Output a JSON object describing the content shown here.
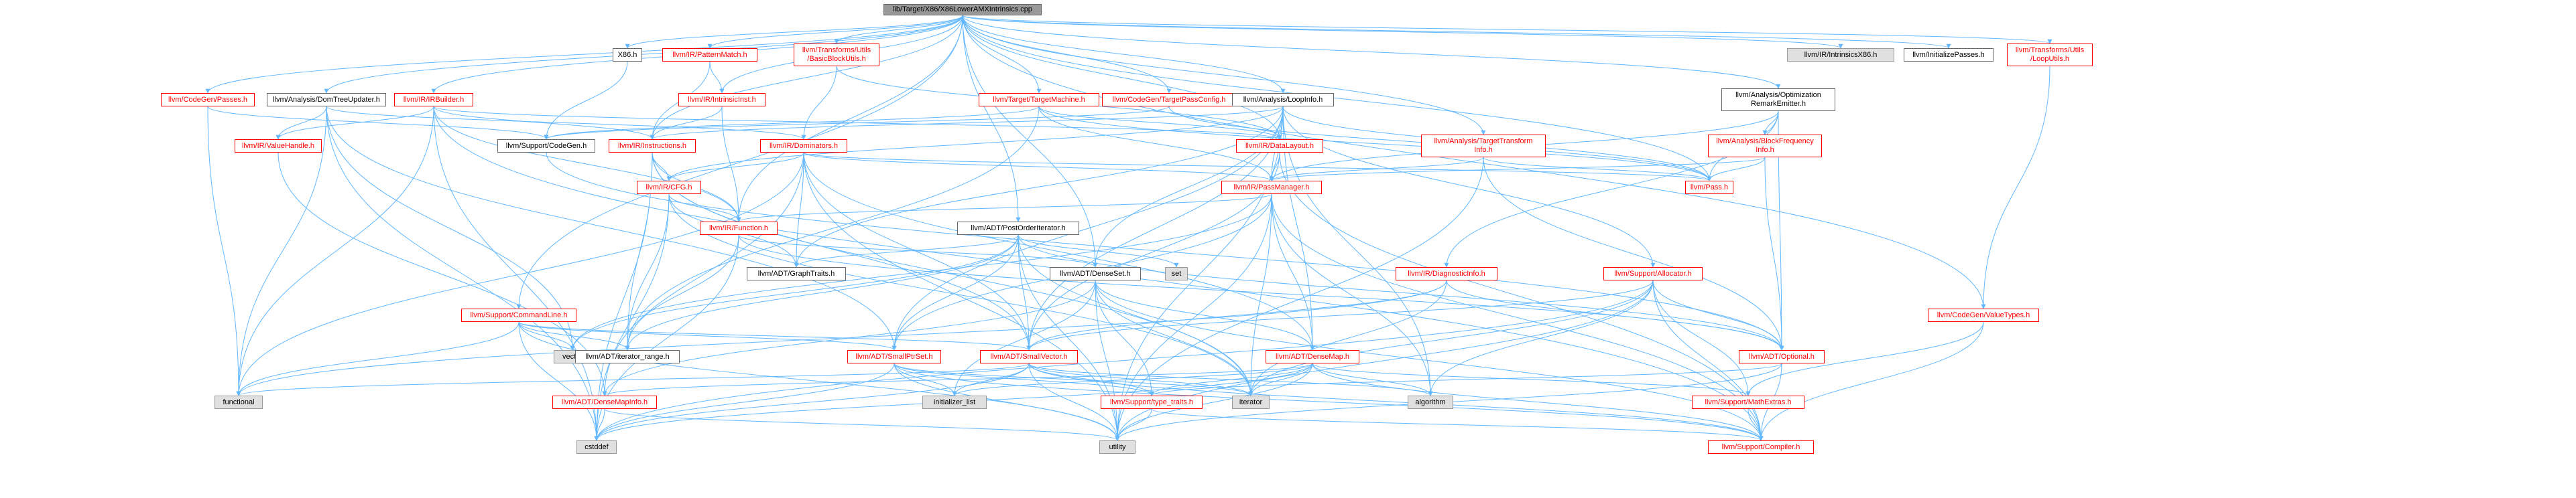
{
  "root": "lib/Target/X86/X86LowerAMXIntrinsics.cpp",
  "colors": {
    "edge": "#63b8ff",
    "red_text": "#ff0000",
    "grey_fill": "#e0e0e0",
    "root_fill": "#999999"
  },
  "nodes": {
    "root": "lib/Target/X86/X86LowerAMXIntrinsics.cpp",
    "x86h": "X86.h",
    "patternmatch": "llvm/IR/PatternMatch.h",
    "basicblockutils": "llvm/Transforms/Utils\n/BasicBlockUtils.h",
    "codegenpasses": "llvm/CodeGen/Passes.h",
    "domtreeupdater": "llvm/Analysis/DomTreeUpdater.h",
    "irbuilder": "llvm/IR/IRBuilder.h",
    "intrinsicinst": "llvm/IR/IntrinsicInst.h",
    "targetmachine": "llvm/Target/TargetMachine.h",
    "targetpassconfig": "llvm/CodeGen/TargetPassConfig.h",
    "loopinfo": "llvm/Analysis/LoopInfo.h",
    "optremark": "llvm/Analysis/Optimization\nRemarkEmitter.h",
    "intrinsicsx86": "llvm/IR/IntrinsicsX86.h",
    "initpasses": "llvm/InitializePasses.h",
    "looputils": "llvm/Transforms/Utils\n/LoopUtils.h",
    "valuehandle": "llvm/IR/ValueHandle.h",
    "supportcodegen": "llvm/Support/CodeGen.h",
    "instructions": "llvm/IR/Instructions.h",
    "dominators": "llvm/IR/Dominators.h",
    "datalayout": "llvm/IR/DataLayout.h",
    "targettransforminfo": "llvm/Analysis/TargetTransform\nInfo.h",
    "blockfrequencyinfo": "llvm/Analysis/BlockFrequency\nInfo.h",
    "cfg": "llvm/IR/CFG.h",
    "passmanager": "llvm/IR/PassManager.h",
    "pass": "llvm/Pass.h",
    "function": "llvm/IR/Function.h",
    "postorderiterator": "llvm/ADT/PostOrderIterator.h",
    "set": "set",
    "graphtraits": "llvm/ADT/GraphTraits.h",
    "densesetn": "llvm/ADT/DenseSet.h",
    "diagnosticinfo": "llvm/IR/DiagnosticInfo.h",
    "allocator": "llvm/Support/Allocator.h",
    "codegenvaluetypes": "llvm/CodeGen/ValueTypes.h",
    "commandline": "llvm/Support/CommandLine.h",
    "vector": "vector",
    "iteratorrange": "llvm/ADT/iterator_range.h",
    "smallptrset": "llvm/ADT/SmallPtrSet.h",
    "smallvector": "llvm/ADT/SmallVector.h",
    "densemap": "llvm/ADT/DenseMap.h",
    "optional": "llvm/ADT/Optional.h",
    "functional": "functional",
    "densemapinfo": "llvm/ADT/DenseMapInfo.h",
    "initializerlist": "initializer_list",
    "typetraits": "llvm/Support/type_traits.h",
    "iterator": "iterator",
    "algorithm": "algorithm",
    "mathextras": "llvm/Support/MathExtras.h",
    "cstddef": "cstddef",
    "utility": "utility",
    "compiler": "llvm/Support/Compiler.h"
  }
}
